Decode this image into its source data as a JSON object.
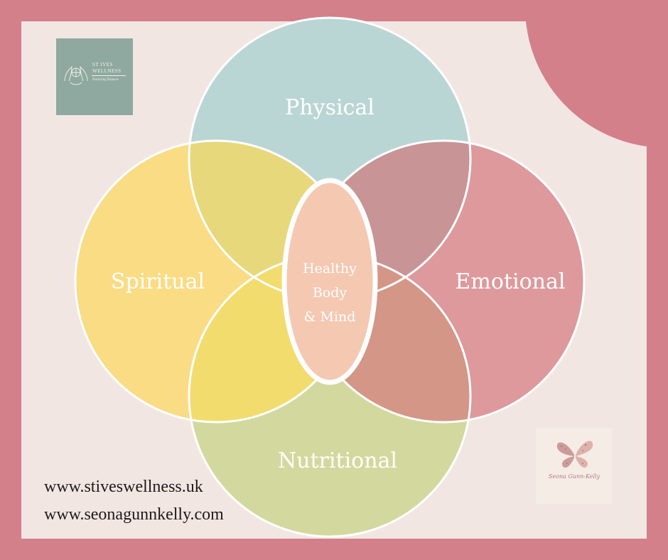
{
  "diagram": {
    "circles": [
      {
        "key": "physical",
        "label": "Physical",
        "color": "#bad6d4"
      },
      {
        "key": "spiritual",
        "label": "Spiritual",
        "color": "#f9dc83"
      },
      {
        "key": "emotional",
        "label": "Emotional",
        "color": "#dd999c"
      },
      {
        "key": "nutritional",
        "label": "Nutritional",
        "color": "#d3d99e"
      }
    ],
    "center": {
      "lines": [
        "Healthy",
        "Body",
        "& Mind"
      ],
      "color": "#f5c8b2"
    },
    "overlap_colors": {
      "physical_spiritual": "#e8d87c",
      "physical_emotional": "#c99496",
      "spiritual_nutritional": "#f2dc6e",
      "emotional_nutritional": "#d49686"
    }
  },
  "colors": {
    "frame": "#d3808a",
    "panel": "#f2e6e3",
    "outline": "#ffffff"
  },
  "logo": {
    "line1": "ST IVES",
    "line2": "WELLNESS",
    "tagline": "Nurturing Balance",
    "icon": "hands-lotus-icon"
  },
  "signature": {
    "text": "Seona Gunn-Kelly",
    "icon": "butterfly-icon"
  },
  "urls": [
    "www.stiveswellness.uk",
    "www.seonagunnkelly.com"
  ]
}
